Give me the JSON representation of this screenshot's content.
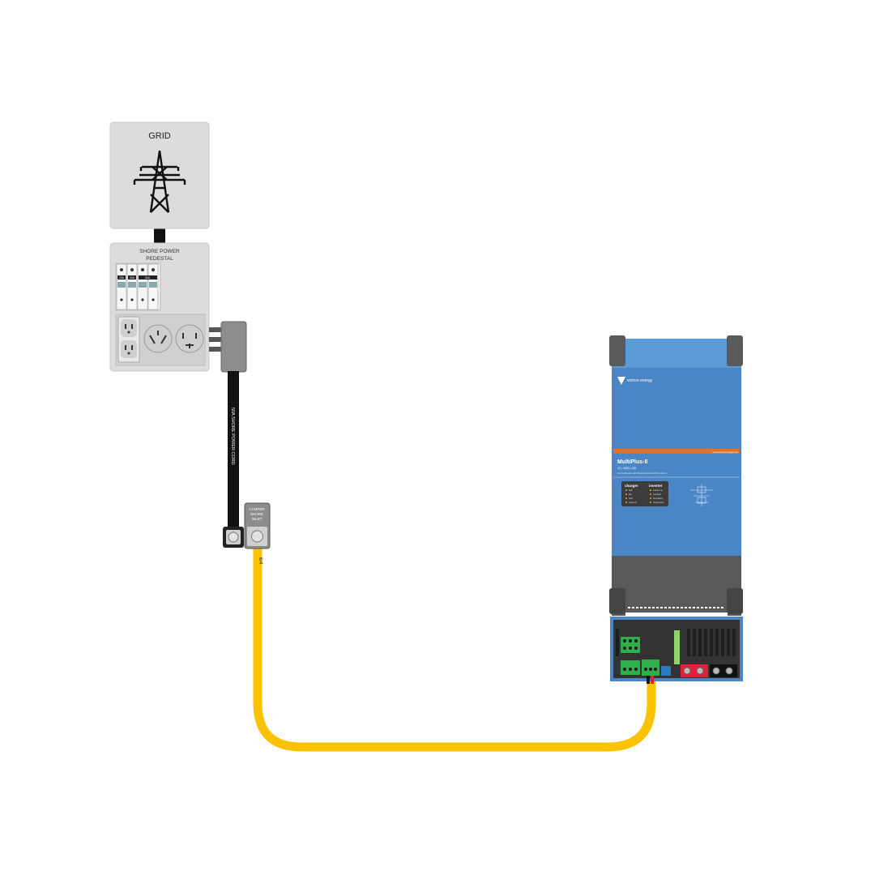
{
  "grid": {
    "label": "GRID",
    "icon": "power-tower-icon"
  },
  "pedestal": {
    "label_line1": "SHORE POWER",
    "label_line2": "PEDESTAL",
    "breaker_labels": [
      "20A",
      "30A",
      "50A"
    ],
    "icons": [
      "breaker-icon",
      "duplex-outlet-icon",
      "round-receptacle-icon"
    ]
  },
  "cord": {
    "label": "50A SHORE POWER CORD",
    "color": "#111111"
  },
  "inlet": {
    "line1": "CAMPER",
    "line2": "SHORE",
    "line3": "INLET",
    "icon": "inlet-socket-icon"
  },
  "ac_cable": {
    "label": "6/4",
    "color": "#fbc200"
  },
  "inverter": {
    "brand": "victron energy",
    "website": "www.victronenergy.com",
    "model": "MultiPlus-II",
    "specs": "12 | 3000 | 120",
    "small_print": "Inverter/charger with PowerAssist and ESS functions",
    "charger_title": "charger",
    "charger_items": [
      "bulk",
      "abs",
      "float",
      "mains on"
    ],
    "inverter_title": "inverter",
    "inverter_items": [
      "inverter on",
      "overload",
      "low battery",
      "temperature"
    ],
    "body_color": "#4a86c6",
    "accent_color": "#e8711e",
    "icons": [
      "victron-logo-icon",
      "wiring-schematic-icon",
      "terminal-block-icon",
      "dc-positive-terminal-icon",
      "dc-negative-terminal-icon"
    ]
  }
}
